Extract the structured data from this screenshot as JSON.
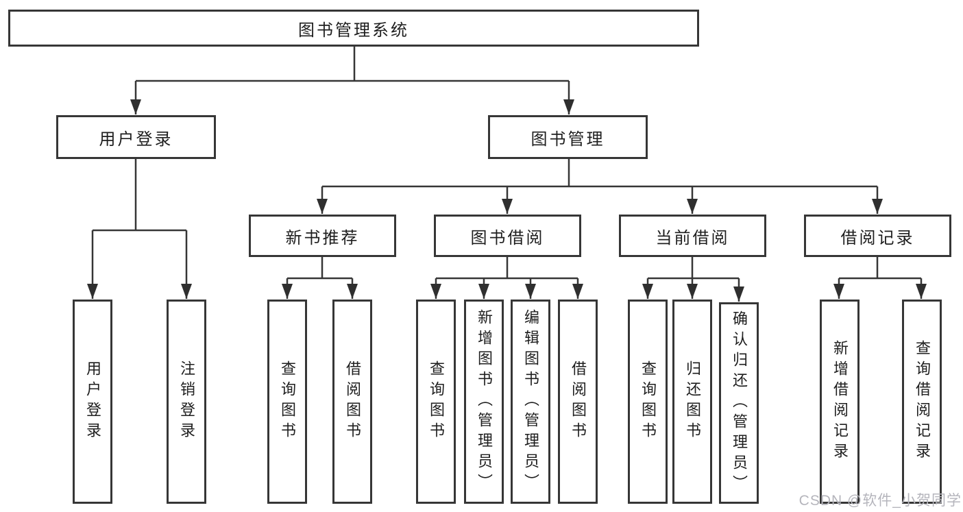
{
  "diagram": {
    "root": {
      "label": "图书管理系统"
    },
    "level2": [
      {
        "label": "用户登录"
      },
      {
        "label": "图书管理"
      }
    ],
    "level3": [
      {
        "label": "新书推荐"
      },
      {
        "label": "图书借阅"
      },
      {
        "label": "当前借阅"
      },
      {
        "label": "借阅记录"
      }
    ],
    "leaves": {
      "user_login": [
        {
          "label": "用户登录"
        },
        {
          "label": "注销登录"
        }
      ],
      "new_book": [
        {
          "label": "查询图书"
        },
        {
          "label": "借阅图书"
        }
      ],
      "borrow": [
        {
          "label": "查询图书"
        },
        {
          "label": "新增图书（管理员）"
        },
        {
          "label": "编辑图书（管理员）"
        },
        {
          "label": "借阅图书"
        }
      ],
      "current": [
        {
          "label": "查询图书"
        },
        {
          "label": "归还图书"
        },
        {
          "label": "确认归还（管理员）"
        }
      ],
      "records": [
        {
          "label": "新增借阅记录"
        },
        {
          "label": "查询借阅记录"
        }
      ]
    }
  },
  "watermark": {
    "text": "CSDN @软件_小贺同学"
  },
  "colors": {
    "line": "#363636",
    "arrow": "#2f2f2f",
    "text": "#1e1e1e",
    "watermark": "#b5b5bc",
    "background": "#ffffff"
  }
}
